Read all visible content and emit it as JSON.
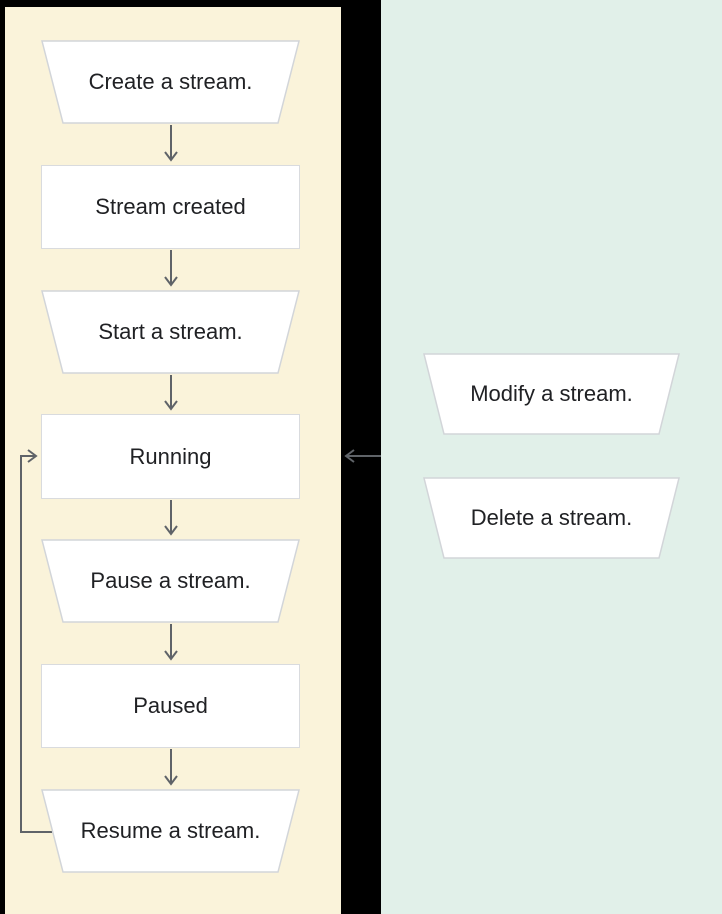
{
  "diagram_title": "Stream lifecycle flowchart",
  "background": "#000000",
  "panels": {
    "lifecycle": {
      "name": "stream-lifecycle-panel",
      "bg": "#faf3da"
    },
    "actions": {
      "name": "stream-actions-panel",
      "bg": "#e1f0e9"
    }
  },
  "colors": {
    "node_fill": "#ffffff",
    "trapezoid_border": "#d2d5d9",
    "rect_border": "#d9dbde",
    "connector": "#5f6368",
    "text": "#202124"
  },
  "nodes": [
    {
      "id": "create",
      "type": "trapezoid",
      "panel": "lifecycle",
      "label": "Create a stream."
    },
    {
      "id": "created",
      "type": "rect",
      "panel": "lifecycle",
      "label": "Stream created"
    },
    {
      "id": "start",
      "type": "trapezoid",
      "panel": "lifecycle",
      "label": "Start a stream."
    },
    {
      "id": "running",
      "type": "rect",
      "panel": "lifecycle",
      "label": "Running"
    },
    {
      "id": "pause",
      "type": "trapezoid",
      "panel": "lifecycle",
      "label": "Pause a stream."
    },
    {
      "id": "paused",
      "type": "rect",
      "panel": "lifecycle",
      "label": "Paused"
    },
    {
      "id": "resume",
      "type": "trapezoid",
      "panel": "lifecycle",
      "label": "Resume a stream."
    },
    {
      "id": "modify",
      "type": "trapezoid",
      "panel": "actions",
      "label": "Modify a stream."
    },
    {
      "id": "delete",
      "type": "trapezoid",
      "panel": "actions",
      "label": "Delete a stream."
    }
  ],
  "edges": [
    {
      "from": "create",
      "to": "created",
      "style": "down-arrow"
    },
    {
      "from": "created",
      "to": "start",
      "style": "down-arrow"
    },
    {
      "from": "start",
      "to": "running",
      "style": "down-arrow"
    },
    {
      "from": "running",
      "to": "pause",
      "style": "down-arrow"
    },
    {
      "from": "pause",
      "to": "paused",
      "style": "down-arrow"
    },
    {
      "from": "paused",
      "to": "resume",
      "style": "down-arrow"
    },
    {
      "from": "resume",
      "to": "running",
      "style": "left-loop-arrow"
    },
    {
      "from": "actions-panel",
      "to": "running",
      "style": "left-arrow"
    }
  ]
}
